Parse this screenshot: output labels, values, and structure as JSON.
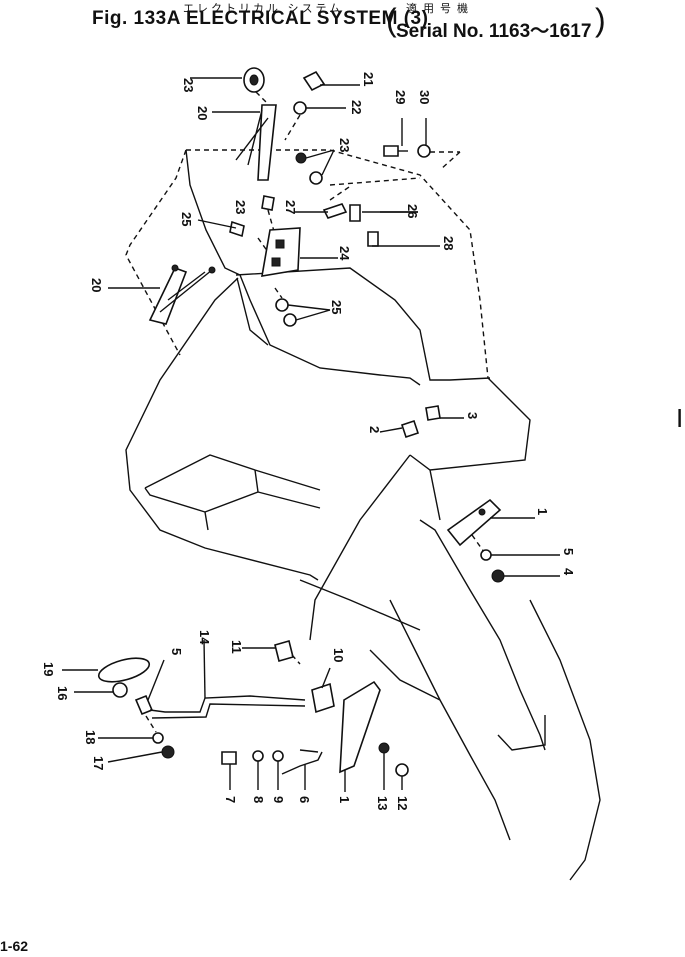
{
  "header": {
    "subtitle_jp": "エレクトリカル システム",
    "title": "Fig. 133A ELECTRICAL SYSTEM (3)",
    "serial_jp": "適用号機",
    "serial": "Serial No. 1163～1617"
  },
  "page_number": "1-62",
  "edge_mark": "I",
  "parts": [
    {
      "id": "p23a",
      "label": "23"
    },
    {
      "id": "p21",
      "label": "21"
    },
    {
      "id": "p20a",
      "label": "20"
    },
    {
      "id": "p22",
      "label": "22"
    },
    {
      "id": "p29",
      "label": "29"
    },
    {
      "id": "p30",
      "label": "30"
    },
    {
      "id": "p23b",
      "label": "23"
    },
    {
      "id": "p27",
      "label": "27"
    },
    {
      "id": "p26",
      "label": "26"
    },
    {
      "id": "p25a",
      "label": "25"
    },
    {
      "id": "p23c",
      "label": "23"
    },
    {
      "id": "p24",
      "label": "24"
    },
    {
      "id": "p28",
      "label": "28"
    },
    {
      "id": "p20b",
      "label": "20"
    },
    {
      "id": "p25b",
      "label": "25"
    },
    {
      "id": "p2",
      "label": "2"
    },
    {
      "id": "p3",
      "label": "3"
    },
    {
      "id": "p1b",
      "label": "1"
    },
    {
      "id": "p5a",
      "label": "5"
    },
    {
      "id": "p4",
      "label": "4"
    },
    {
      "id": "p19",
      "label": "19"
    },
    {
      "id": "p5b",
      "label": "5"
    },
    {
      "id": "p14",
      "label": "14"
    },
    {
      "id": "p11",
      "label": "11"
    },
    {
      "id": "p16",
      "label": "16"
    },
    {
      "id": "p10",
      "label": "10"
    },
    {
      "id": "p18",
      "label": "18"
    },
    {
      "id": "p17",
      "label": "17"
    },
    {
      "id": "p7",
      "label": "7"
    },
    {
      "id": "p8",
      "label": "8"
    },
    {
      "id": "p9",
      "label": "9"
    },
    {
      "id": "p6",
      "label": "6"
    },
    {
      "id": "p1a",
      "label": "1"
    },
    {
      "id": "p13",
      "label": "13"
    },
    {
      "id": "p12",
      "label": "12"
    }
  ]
}
